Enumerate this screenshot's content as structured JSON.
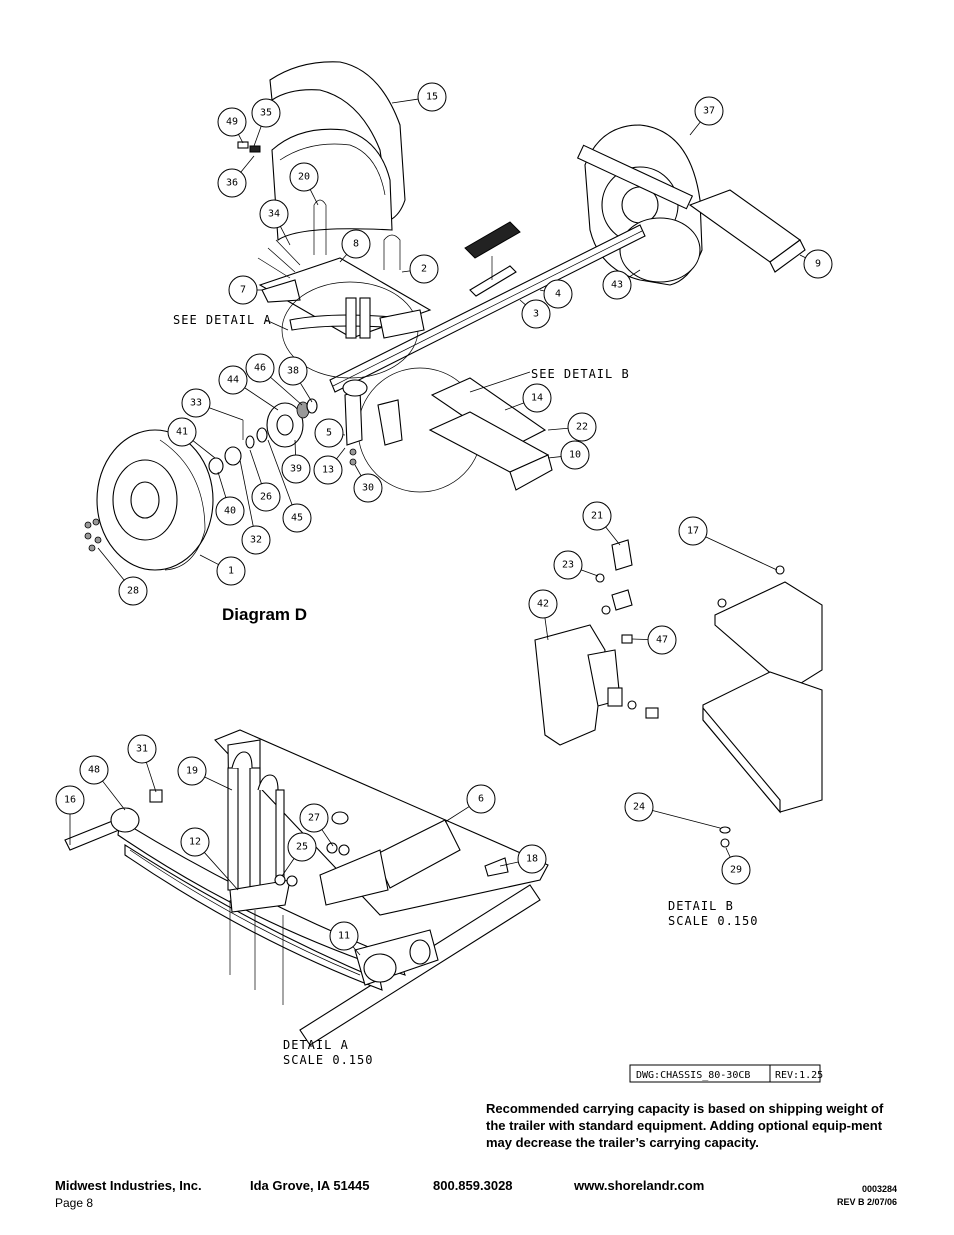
{
  "diagram_title": "Diagram D",
  "detail_refs": {
    "a": "SEE DETAIL  A",
    "b": "SEE DETAIL  B"
  },
  "detail_a": {
    "title": "DETAIL  A",
    "scale": "SCALE  0.150"
  },
  "detail_b": {
    "title": "DETAIL  B",
    "scale": "SCALE  0.150"
  },
  "drawing_block": {
    "dwg": "DWG:CHASSIS_80-30CB",
    "rev": "REV:1.25"
  },
  "callouts": [
    "1",
    "2",
    "3",
    "4",
    "5",
    "6",
    "7",
    "8",
    "9",
    "10",
    "11",
    "12",
    "13",
    "14",
    "15",
    "16",
    "17",
    "18",
    "19",
    "20",
    "21",
    "22",
    "23",
    "24",
    "25",
    "26",
    "27",
    "28",
    "29",
    "30",
    "31",
    "32",
    "33",
    "34",
    "35",
    "36",
    "37",
    "38",
    "39",
    "40",
    "41",
    "42",
    "43",
    "44",
    "45",
    "46",
    "47",
    "48",
    "49"
  ],
  "capacity_note": "Recommended carrying capacity is based on shipping weight of the trailer with standard equipment. Adding optional equip-ment may decrease the trailer’s carrying capacity.",
  "footer": {
    "company": "Midwest Industries, Inc.",
    "city": "Ida Grove, IA  51445",
    "phone": "800.859.3028",
    "website": "www.shorelandr.com",
    "page": "Page 8",
    "doc_number": "0003284",
    "revision": "REV  B  2/07/06"
  }
}
